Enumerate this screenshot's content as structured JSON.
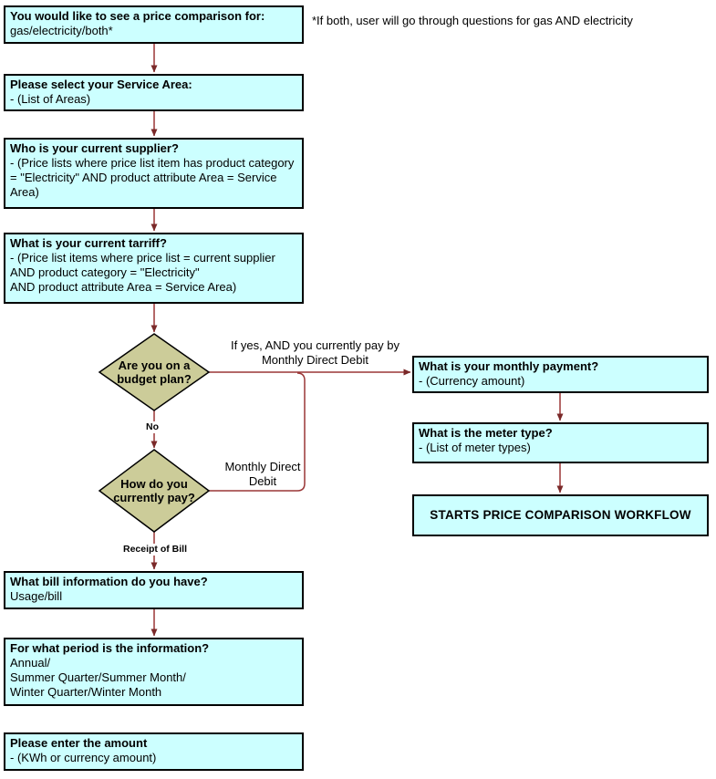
{
  "colors": {
    "node_fill": "#CCFFFF",
    "node_border": "#000000",
    "diamond_fill": "#CCCC99",
    "connector": "#9A3636",
    "arrowhead": "#7A2929",
    "background": "#FFFFFF",
    "text": "#000000"
  },
  "annotation": {
    "both_note": "*If both, user will go through questions for gas AND electricity"
  },
  "nodes": {
    "price_comparison": {
      "title": "You would like to see a price comparison for:",
      "body": "gas/electricity/both*"
    },
    "service_area": {
      "title": "Please select your Service Area:",
      "body": "- (List of Areas)"
    },
    "current_supplier": {
      "title": "Who is your current supplier?",
      "body": "- (Price lists where price list item has product category\n= \"Electricity\" AND product attribute Area = Service\nArea)"
    },
    "current_tarriff": {
      "title": "What is your current tarriff?",
      "body": "- (Price list items where price list = current supplier\nAND product category = \"Electricity\"\nAND product attribute Area = Service Area)"
    },
    "budget_plan": {
      "title": "Are you on a\nbudget plan?"
    },
    "how_pay": {
      "title": "How do you\ncurrently pay?"
    },
    "monthly_payment": {
      "title": "What is your monthly payment?",
      "body": "- (Currency amount)"
    },
    "meter_type": {
      "title": "What is the meter type?",
      "body": "- (List of meter types)"
    },
    "start_workflow": {
      "title": "STARTS PRICE COMPARISON WORKFLOW"
    },
    "bill_info": {
      "title": "What bill information do you have?",
      "body": "Usage/bill"
    },
    "period": {
      "title": "For what period is the information?",
      "body": "Annual/\nSummer Quarter/Summer Month/\nWinter Quarter/Winter Month"
    },
    "amount": {
      "title": "Please enter the amount",
      "body": "- (KWh or currency amount)"
    }
  },
  "edge_labels": {
    "if_yes": "If yes, AND you currently pay by\nMonthly Direct Debit",
    "monthly_direct_debit": "Monthly Direct\nDebit",
    "no": "No",
    "receipt_of_bill": "Receipt of Bill"
  }
}
